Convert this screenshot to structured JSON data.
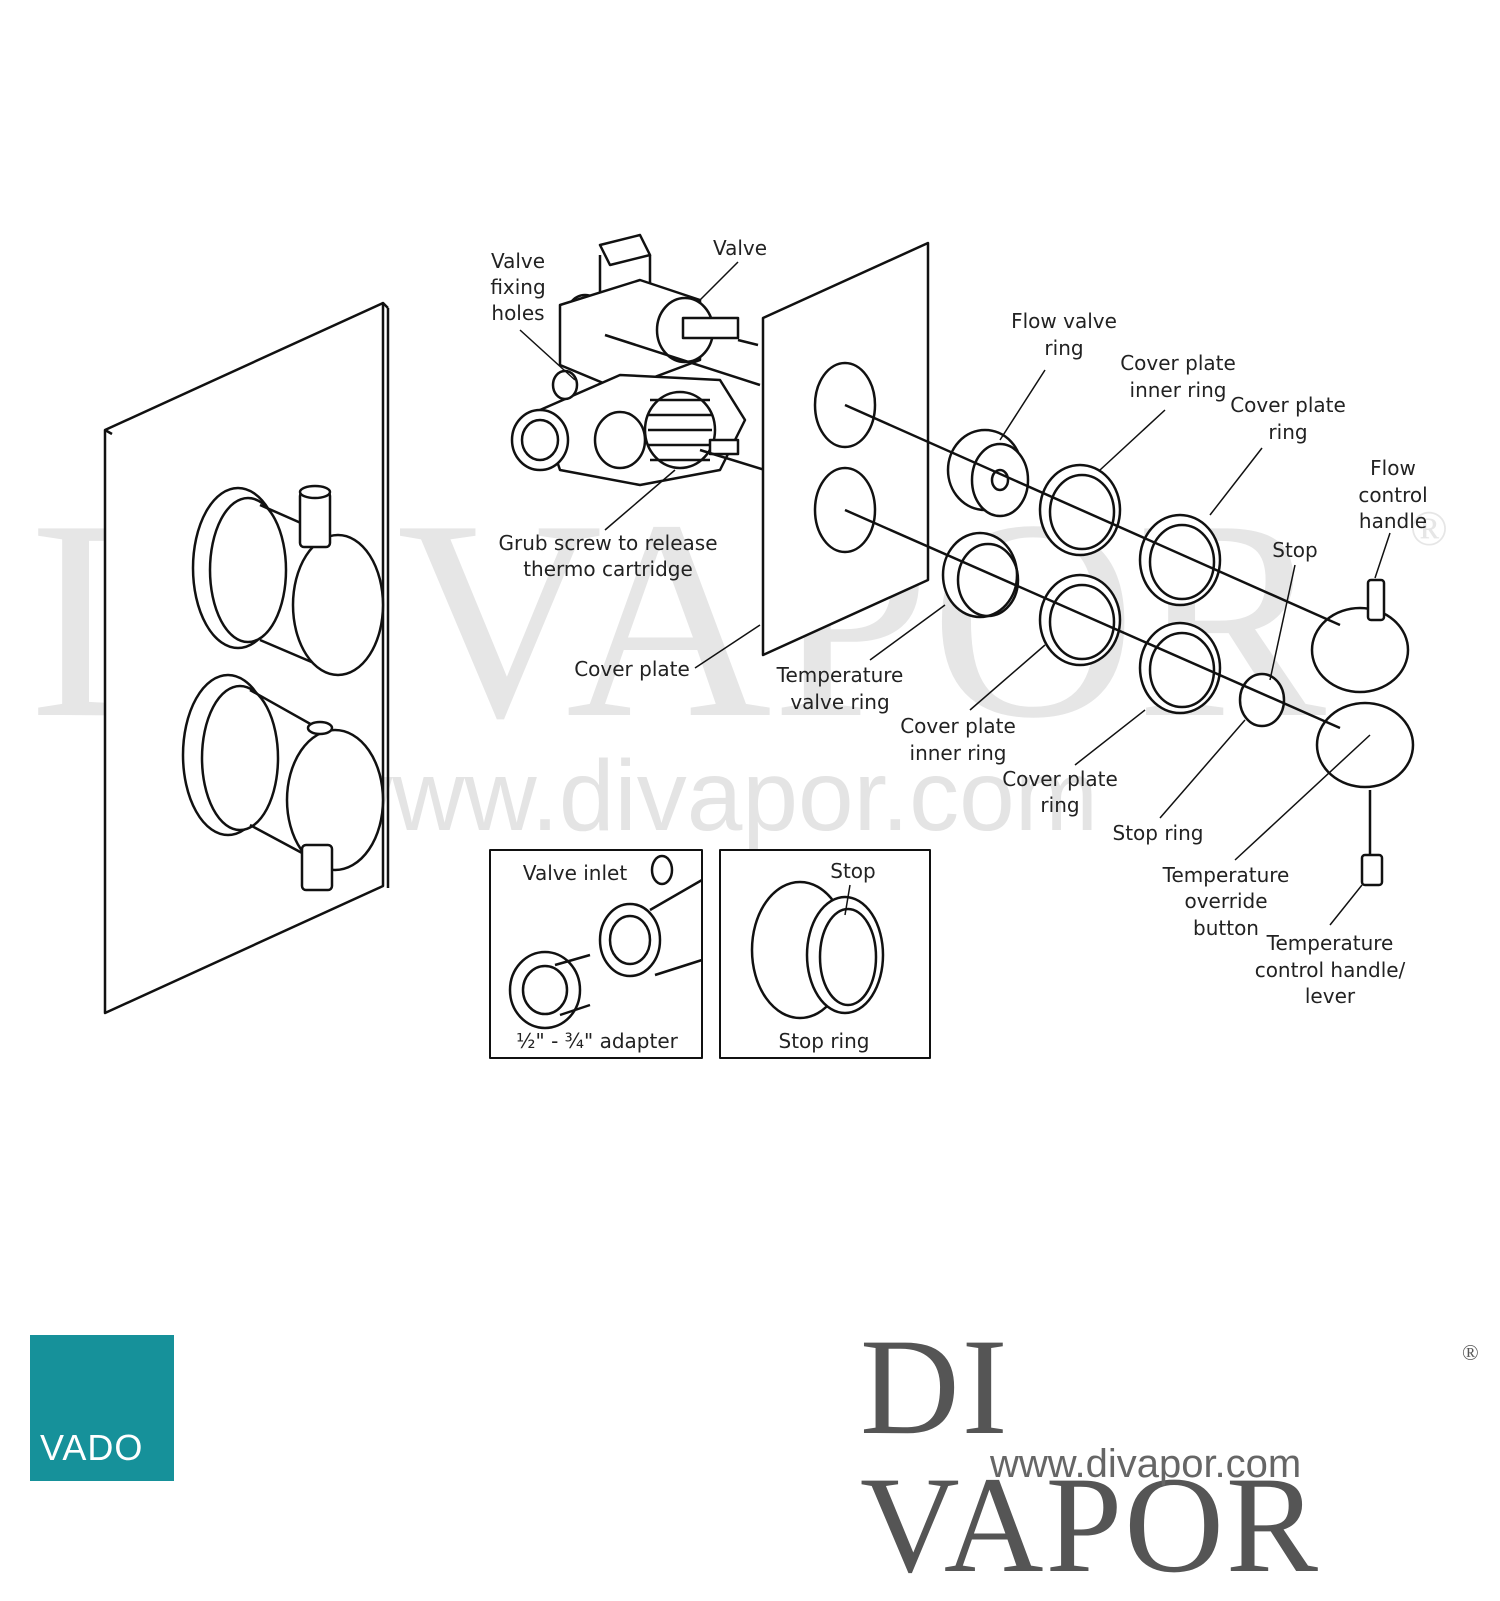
{
  "watermark": {
    "title": "DI VAPOR",
    "reg": "®",
    "url": "www.divapor.com"
  },
  "labels": {
    "valve_fixing_holes": [
      "Valve",
      "fixing",
      "holes"
    ],
    "valve": "Valve",
    "grub_screw": [
      "Grub screw to release",
      "thermo cartridge"
    ],
    "cover_plate": "Cover plate",
    "flow_valve_ring": [
      "Flow valve",
      "ring"
    ],
    "cover_plate_inner_ring_top": [
      "Cover plate",
      "inner ring"
    ],
    "cover_plate_ring_top": [
      "Cover plate",
      "ring"
    ],
    "flow_control_handle": [
      "Flow",
      "control",
      "handle"
    ],
    "stop": "Stop",
    "temperature_valve_ring": [
      "Temperature",
      "valve ring"
    ],
    "cover_plate_inner_ring_bottom": [
      "Cover plate",
      "inner ring"
    ],
    "cover_plate_ring_bottom": [
      "Cover plate",
      "ring"
    ],
    "stop_ring": "Stop ring",
    "temperature_override_button": [
      "Temperature",
      "override",
      "button"
    ],
    "temperature_control_handle": [
      "Temperature",
      "control handle/",
      "lever"
    ]
  },
  "insets": {
    "left": {
      "valve_inlet": "Valve inlet",
      "adapter": "½\" - ¾\" adapter"
    },
    "right": {
      "stop": "Stop",
      "stop_ring": "Stop ring"
    }
  },
  "brand": {
    "title": "DI VAPOR",
    "reg": "®",
    "url": "www.divapor.com"
  },
  "logo": {
    "text": "VADO",
    "color": "#16919a"
  }
}
